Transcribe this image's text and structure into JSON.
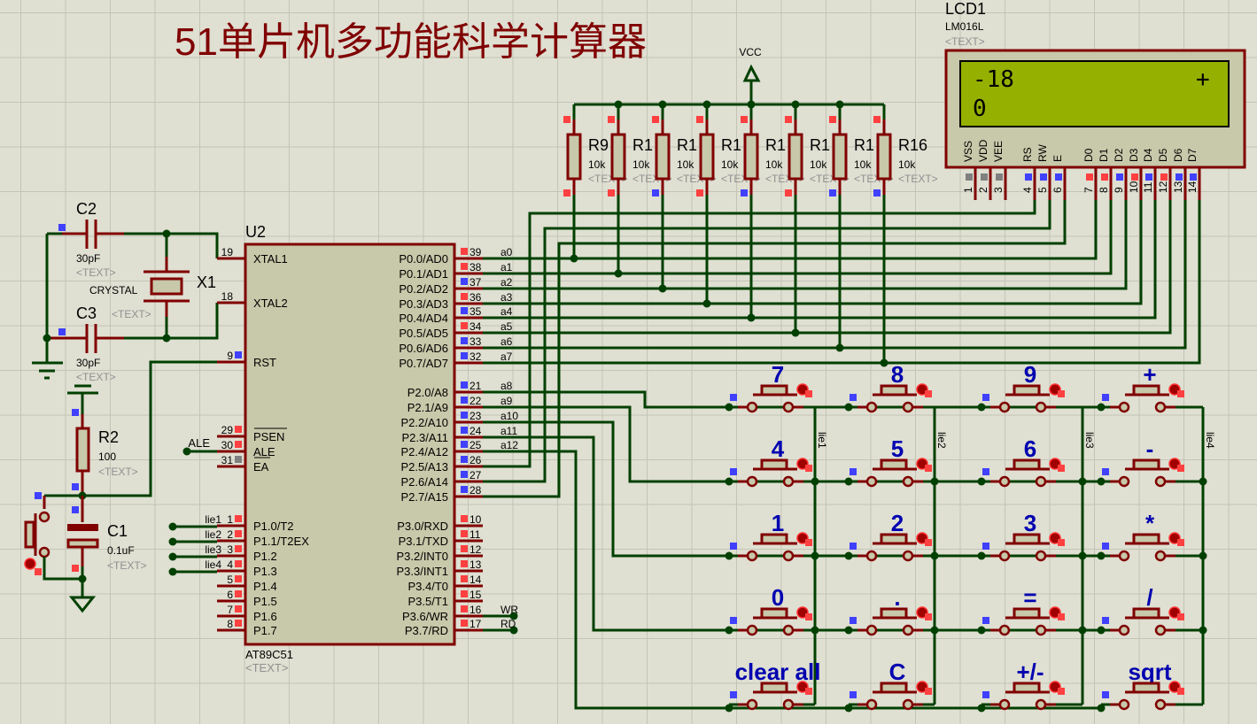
{
  "title": "51单片机多功能科学计算器",
  "colors": {
    "wire": "#004000",
    "pin": "#800000",
    "body": "#c8c8aa",
    "grid": "#c4c4b6",
    "bg": "#dfdfd2",
    "key": "#0000b0",
    "lcd": "#96b000"
  },
  "vcc_label": "VCC",
  "text_placeholder": "<TEXT>",
  "lcd": {
    "ref": "LCD1",
    "part": "LM016L",
    "line1": "-18",
    "line1_right": "+",
    "line2": "0",
    "pins": [
      {
        "n": "1",
        "name": "VSS",
        "state": "gray"
      },
      {
        "n": "2",
        "name": "VDD",
        "state": "gray"
      },
      {
        "n": "3",
        "name": "VEE",
        "state": "gray"
      },
      {
        "n": "4",
        "name": "RS",
        "state": "blue"
      },
      {
        "n": "5",
        "name": "RW",
        "state": "blue"
      },
      {
        "n": "6",
        "name": "E",
        "state": "blue"
      },
      {
        "n": "7",
        "name": "D0",
        "state": "red"
      },
      {
        "n": "8",
        "name": "D1",
        "state": "red"
      },
      {
        "n": "9",
        "name": "D2",
        "state": "blue"
      },
      {
        "n": "10",
        "name": "D3",
        "state": "red"
      },
      {
        "n": "11",
        "name": "D4",
        "state": "blue"
      },
      {
        "n": "12",
        "name": "D5",
        "state": "red"
      },
      {
        "n": "13",
        "name": "D6",
        "state": "blue"
      },
      {
        "n": "14",
        "name": "D7",
        "state": "blue"
      }
    ]
  },
  "resistors": [
    {
      "ref": "R9",
      "val": "10k"
    },
    {
      "ref": "R1",
      "val": "10k"
    },
    {
      "ref": "R1",
      "val": "10k"
    },
    {
      "ref": "R1",
      "val": "10k"
    },
    {
      "ref": "R1",
      "val": "10k"
    },
    {
      "ref": "R1",
      "val": "10k"
    },
    {
      "ref": "R1",
      "val": "10k"
    },
    {
      "ref": "R16",
      "val": "10k"
    }
  ],
  "mcu": {
    "ref": "U2",
    "part": "AT89C51",
    "left_pins": [
      {
        "n": "19",
        "name": "XTAL1",
        "state": "none"
      },
      {
        "n": "18",
        "name": "XTAL2",
        "state": "none"
      },
      {
        "n": "9",
        "name": "RST",
        "state": "blue"
      },
      {
        "n": "29",
        "name": "PSEN",
        "state": "red"
      },
      {
        "n": "30",
        "name": "ALE",
        "state": "red"
      },
      {
        "n": "31",
        "name": "EA",
        "state": "gray"
      },
      {
        "n": "1",
        "name": "P1.0/T2",
        "state": "red",
        "net": "lie1"
      },
      {
        "n": "2",
        "name": "P1.1/T2EX",
        "state": "red",
        "net": "lie2"
      },
      {
        "n": "3",
        "name": "P1.2",
        "state": "red",
        "net": "lie3"
      },
      {
        "n": "4",
        "name": "P1.3",
        "state": "red",
        "net": "lie4"
      },
      {
        "n": "5",
        "name": "P1.4",
        "state": "red"
      },
      {
        "n": "6",
        "name": "P1.5",
        "state": "red"
      },
      {
        "n": "7",
        "name": "P1.6",
        "state": "red"
      },
      {
        "n": "8",
        "name": "P1.7",
        "state": "red"
      }
    ],
    "right_pins": [
      {
        "n": "39",
        "name": "P0.0/AD0",
        "state": "red",
        "net": "a0"
      },
      {
        "n": "38",
        "name": "P0.1/AD1",
        "state": "red",
        "net": "a1"
      },
      {
        "n": "37",
        "name": "P0.2/AD2",
        "state": "blue",
        "net": "a2"
      },
      {
        "n": "36",
        "name": "P0.3/AD3",
        "state": "red",
        "net": "a3"
      },
      {
        "n": "35",
        "name": "P0.4/AD4",
        "state": "blue",
        "net": "a4"
      },
      {
        "n": "34",
        "name": "P0.5/AD5",
        "state": "red",
        "net": "a5"
      },
      {
        "n": "33",
        "name": "P0.6/AD6",
        "state": "blue",
        "net": "a6"
      },
      {
        "n": "32",
        "name": "P0.7/AD7",
        "state": "blue",
        "net": "a7"
      },
      {
        "n": "21",
        "name": "P2.0/A8",
        "state": "blue",
        "net": "a8"
      },
      {
        "n": "22",
        "name": "P2.1/A9",
        "state": "blue",
        "net": "a9"
      },
      {
        "n": "23",
        "name": "P2.2/A10",
        "state": "blue",
        "net": "a10"
      },
      {
        "n": "24",
        "name": "P2.3/A11",
        "state": "blue",
        "net": "a11"
      },
      {
        "n": "25",
        "name": "P2.4/A12",
        "state": "blue",
        "net": "a12"
      },
      {
        "n": "26",
        "name": "P2.5/A13",
        "state": "blue"
      },
      {
        "n": "27",
        "name": "P2.6/A14",
        "state": "blue"
      },
      {
        "n": "28",
        "name": "P2.7/A15",
        "state": "blue"
      },
      {
        "n": "10",
        "name": "P3.0/RXD",
        "state": "red"
      },
      {
        "n": "11",
        "name": "P3.1/TXD",
        "state": "red"
      },
      {
        "n": "12",
        "name": "P3.2/INT0",
        "state": "red"
      },
      {
        "n": "13",
        "name": "P3.3/INT1",
        "state": "red"
      },
      {
        "n": "14",
        "name": "P3.4/T0",
        "state": "red"
      },
      {
        "n": "15",
        "name": "P3.5/T1",
        "state": "red"
      },
      {
        "n": "16",
        "name": "P3.6/WR",
        "state": "red",
        "net": "WR"
      },
      {
        "n": "17",
        "name": "P3.7/RD",
        "state": "red",
        "net": "RD"
      }
    ],
    "ale_net": "ALE"
  },
  "clock": {
    "c2": {
      "ref": "C2",
      "val": "30pF"
    },
    "c3": {
      "ref": "C3",
      "val": "30pF"
    },
    "x1": {
      "ref": "X1",
      "val": "CRYSTAL"
    }
  },
  "reset": {
    "r2": {
      "ref": "R2",
      "val": "100"
    },
    "c1": {
      "ref": "C1",
      "val": "0.1uF"
    }
  },
  "column_nets": [
    "lie1",
    "lie2",
    "lie3",
    "lie4"
  ],
  "keys": [
    [
      "7",
      "8",
      "9",
      "+"
    ],
    [
      "4",
      "5",
      "6",
      "-"
    ],
    [
      "1",
      "2",
      "3",
      "*"
    ],
    [
      "0",
      ".",
      "=",
      "/"
    ],
    [
      "clear all",
      "C",
      "+/-",
      "sqrt"
    ]
  ]
}
